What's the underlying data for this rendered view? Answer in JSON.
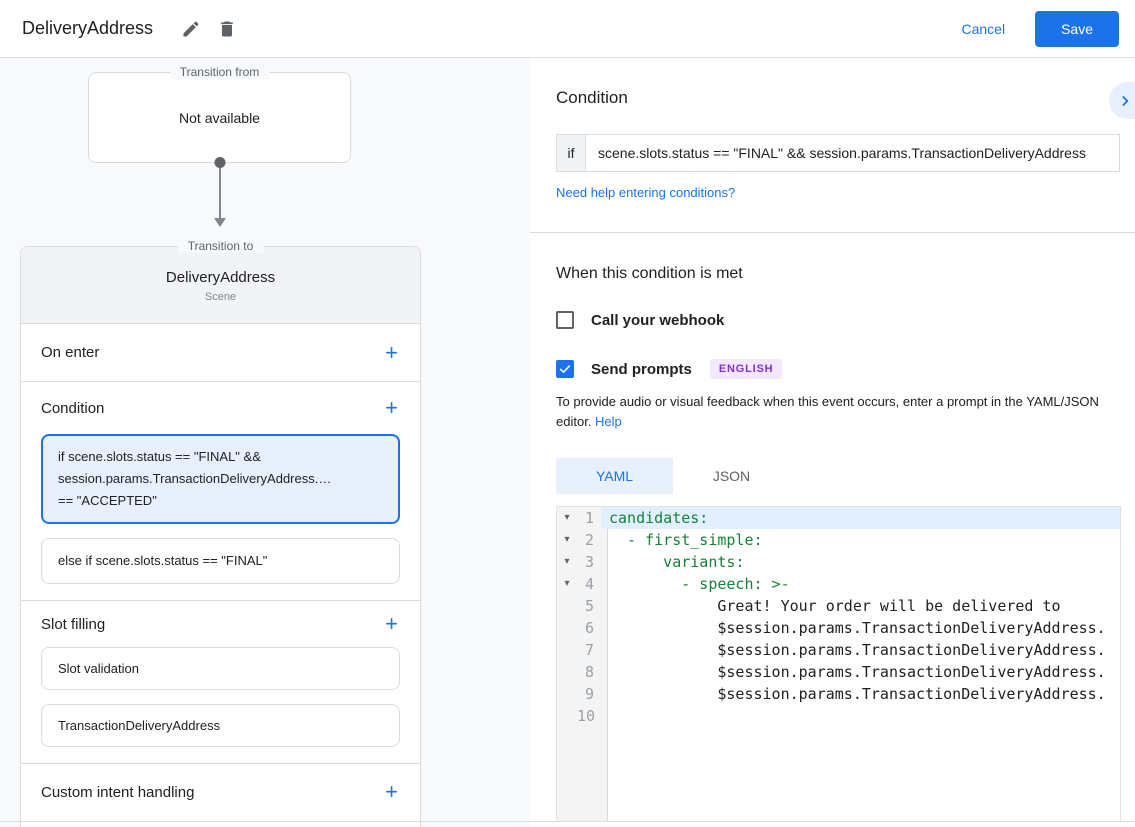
{
  "header": {
    "title": "DeliveryAddress",
    "cancel_label": "Cancel",
    "save_label": "Save"
  },
  "diagram": {
    "transition_from": {
      "legend": "Transition from",
      "value": "Not available"
    },
    "transition_to": {
      "legend": "Transition to",
      "title": "DeliveryAddress",
      "subtitle": "Scene"
    },
    "sections": {
      "on_enter": "On enter",
      "condition": "Condition",
      "slot_filling": "Slot filling",
      "custom_intent": "Custom intent handling"
    },
    "condition_cards": [
      {
        "lines": [
          "if scene.slots.status == \"FINAL\" &&",
          "session.params.TransactionDeliveryAddress.…",
          "== \"ACCEPTED\""
        ]
      },
      {
        "lines": [
          "else if scene.slots.status == \"FINAL\""
        ]
      }
    ],
    "slot_cards": [
      "Slot validation",
      "TransactionDeliveryAddress"
    ]
  },
  "condition_panel": {
    "heading": "Condition",
    "if_label": "if",
    "expression": "scene.slots.status == \"FINAL\" && session.params.TransactionDeliveryAddress",
    "help_link": "Need help entering conditions?"
  },
  "when_met": {
    "heading": "When this condition is met",
    "webhook_label": "Call your webhook",
    "prompts_label": "Send prompts",
    "language_badge": "ENGLISH",
    "description": "To provide audio or visual feedback when this event occurs, enter a prompt in the YAML/JSON editor.",
    "help_label": "Help"
  },
  "editor": {
    "tabs": [
      {
        "label": "YAML"
      },
      {
        "label": "JSON"
      }
    ],
    "lines": [
      {
        "num": "1",
        "fold": "▾",
        "text": "candidates:"
      },
      {
        "num": "2",
        "fold": "▾",
        "text": "  - first_simple:"
      },
      {
        "num": "3",
        "fold": "▾",
        "text": "      variants:"
      },
      {
        "num": "4",
        "fold": "▾",
        "text": "        - speech: >-"
      },
      {
        "num": "5",
        "fold": "",
        "text": "            Great! Your order will be delivered to"
      },
      {
        "num": "6",
        "fold": "",
        "text": "            $session.params.TransactionDeliveryAddress."
      },
      {
        "num": "7",
        "fold": "",
        "text": "            $session.params.TransactionDeliveryAddress."
      },
      {
        "num": "8",
        "fold": "",
        "text": "            $session.params.TransactionDeliveryAddress."
      },
      {
        "num": "9",
        "fold": "",
        "text": "            $session.params.TransactionDeliveryAddress."
      },
      {
        "num": "10",
        "fold": "",
        "text": ""
      }
    ]
  },
  "colors": {
    "accent_blue": "#1a73e8",
    "selected_card_bg": "#e8f0fe",
    "badge_purple": "#8430ce",
    "code_key_green": "#188038"
  }
}
